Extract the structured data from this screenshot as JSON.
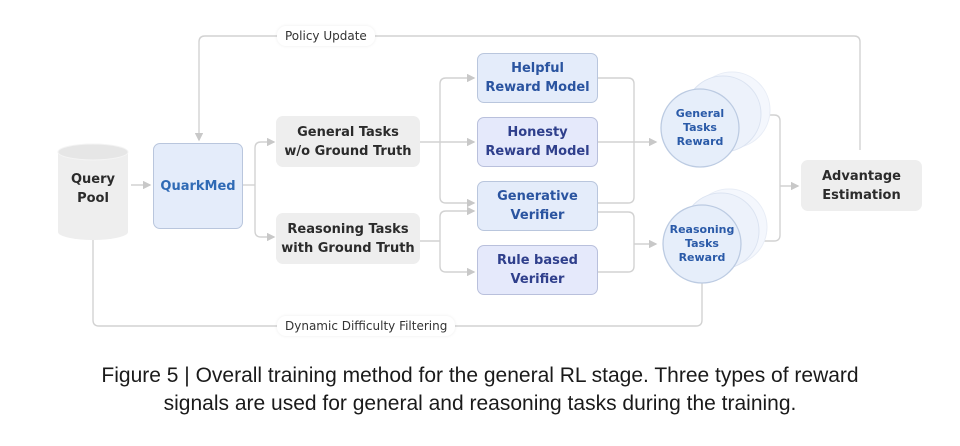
{
  "diagram": {
    "nodes": {
      "query_pool": "Query\nPool",
      "quarkmed": "QuarkMed",
      "general_tasks": "General Tasks\nw/o Ground Truth",
      "reasoning_tasks": "Reasoning Tasks\nwith Ground Truth",
      "helpful_rm": "Helpful\nReward Model",
      "honesty_rm": "Honesty\nReward Model",
      "generative_verifier": "Generative\nVerifier",
      "rule_verifier": "Rule based\nVerifier",
      "general_reward": "General\nTasks\nReward",
      "reasoning_reward": "Reasoning\nTasks\nReward",
      "advantage": "Advantage\nEstimation"
    },
    "edge_labels": {
      "policy_update": "Policy Update",
      "dynamic_filtering": "Dynamic Difficulty Filtering"
    },
    "colors": {
      "connector": "#cfcfcf",
      "grey_box": "#eeeeee",
      "blue_box": "#e4ecfa",
      "blue_text": "#2a54a0",
      "purple_box": "#e5e9fb",
      "purple_text": "#2f3f8c"
    }
  },
  "caption": {
    "line1": "Figure 5 | Overall training method for the general RL stage. Three types of reward",
    "line2": "signals are used for general and reasoning tasks during the training."
  }
}
